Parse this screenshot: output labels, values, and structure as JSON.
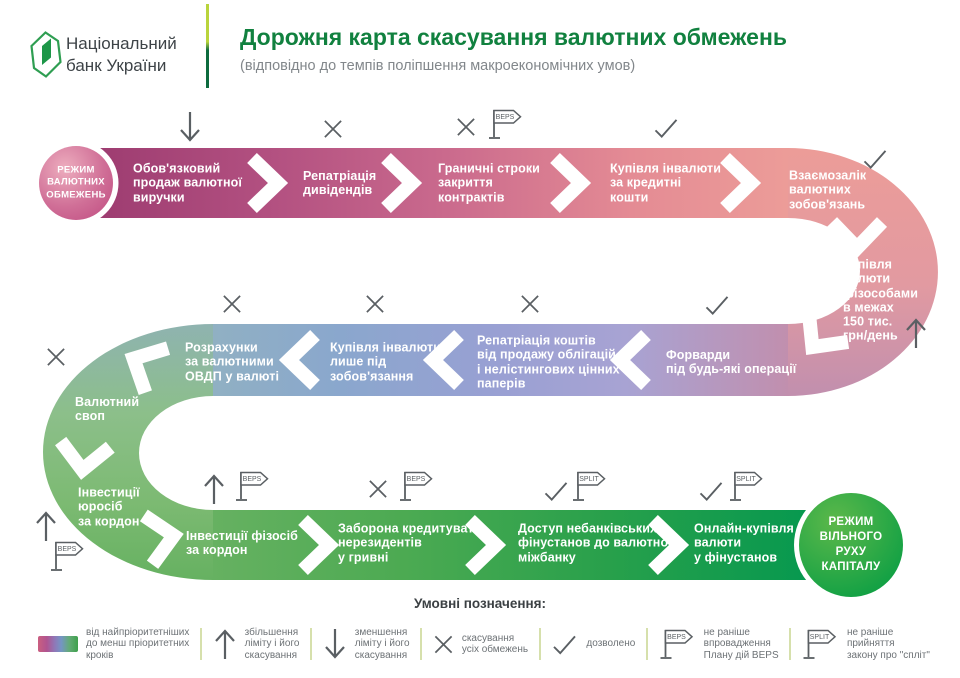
{
  "header": {
    "bank_name_line1": "Національний",
    "bank_name_line2": "банк України",
    "title": "Дорожня карта скасування валютних обмежень",
    "subtitle": "(відповідно до темпів поліпшення макроекономічних умов)"
  },
  "start_node": {
    "label": "РЕЖИМ\nВАЛЮТНИХ\nОБМЕЖЕНЬ"
  },
  "end_node": {
    "label": "РЕЖИМ\nВІЛЬНОГО\nРУХУ\nКАПІТАЛУ"
  },
  "stages": [
    {
      "label": "Обов'язковий\nпродаж валютної\nвиручки",
      "markers": [
        "arrow-down"
      ]
    },
    {
      "label": "Репатріація\nдивідендів",
      "markers": [
        "cross"
      ]
    },
    {
      "label": "Граничні строки\nзакриття\nконтрактів",
      "markers": [
        "cross",
        "flag-beps"
      ]
    },
    {
      "label": "Купівля інвалюти\nза кредитні\nкошти",
      "markers": [
        "check"
      ]
    },
    {
      "label": "Взаємозалік\nвалютних\nзобов'язань",
      "markers": [
        "check"
      ]
    },
    {
      "label": "Купівля\nвалюти\nфізособами\nв межах\n150 тис.\nгрн/день",
      "markers": [
        "arrow-up"
      ]
    },
    {
      "label": "Форварди\nпід будь-які операції",
      "markers": [
        "check"
      ]
    },
    {
      "label": "Репатріація коштів\nвід продажу облігацій\nі нелістингових цінних\nпаперів",
      "markers": [
        "cross"
      ]
    },
    {
      "label": "Купівля інвалюти\nлише під\nзобов'язання",
      "markers": [
        "cross"
      ]
    },
    {
      "label": "Розрахунки\nза валютними\nОВДП у валюті",
      "markers": [
        "cross"
      ]
    },
    {
      "label": "Валютний\nсвоп",
      "markers": [
        "cross"
      ]
    },
    {
      "label": "Інвестиції\nюросіб\nза кордон",
      "markers": [
        "arrow-up",
        "flag-beps"
      ]
    },
    {
      "label": "Інвестиції фізосіб\nза кордон",
      "markers": [
        "arrow-up",
        "flag-beps"
      ]
    },
    {
      "label": "Заборона кредитувати\nнерезидентів\nу гривні",
      "markers": [
        "cross",
        "flag-beps"
      ]
    },
    {
      "label": "Доступ небанківських\nфінустанов до валютного\nміжбанку",
      "markers": [
        "check",
        "flag-split"
      ]
    },
    {
      "label": "Онлайн-купівля\nвалюти\nу фінустанов",
      "markers": [
        "check",
        "flag-split"
      ]
    }
  ],
  "flag_labels": {
    "beps": "BEPS",
    "split": "SPLIT"
  },
  "legend": {
    "title": "Умовні позначення:",
    "items": [
      {
        "icon": "gradient-bar",
        "text": "від найпріоритетніших\nдо менш пріоритетних\nкроків"
      },
      {
        "icon": "arrow-up",
        "text": "збільшення\nліміту і його\nскасування"
      },
      {
        "icon": "arrow-down",
        "text": "зменшення\nліміту і його\nскасування"
      },
      {
        "icon": "cross",
        "text": "скасування\nусіх обмежень"
      },
      {
        "icon": "check",
        "text": "дозволено"
      },
      {
        "icon": "flag-beps",
        "text": "не раніше\nвпровадження\nПлану дій BEPS"
      },
      {
        "icon": "flag-split",
        "text": "не раніше\nприйняття\nзакону про \"спліт\""
      }
    ]
  },
  "colors": {
    "brand_green": "#11813f",
    "icon_gray": "#5a5f63",
    "band_start_magenta": "#9b3a6f",
    "band_salmon": "#ec9c98",
    "band_lavender": "#a8a3d3",
    "band_steel_blue": "#8aa7cd",
    "band_green": "#66b161",
    "band_end_green": "#009750",
    "start_circle": [
      "#edadbe",
      "#bf4a80"
    ],
    "end_circle": [
      "#5cb84a",
      "#009b43"
    ]
  }
}
